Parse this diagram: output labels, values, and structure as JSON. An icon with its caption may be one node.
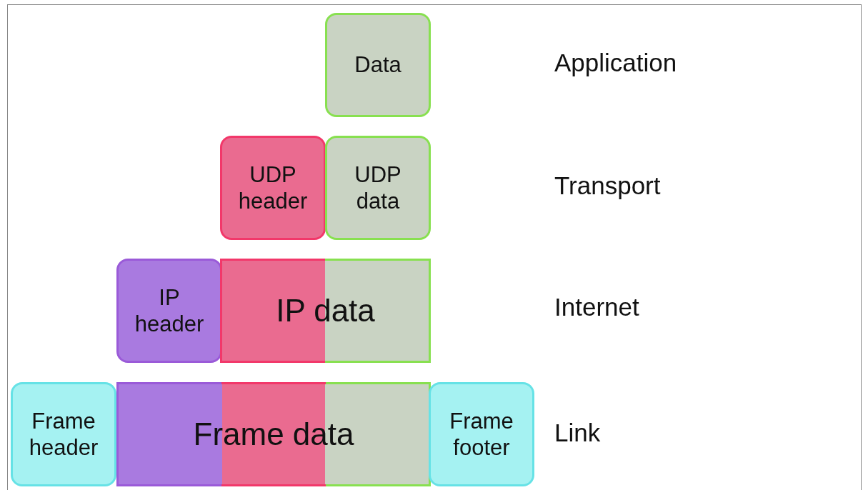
{
  "diagram": {
    "nodes": [
      {
        "text": [
          "Data"
        ]
      },
      {
        "text": [
          "UDP header"
        ]
      },
      {
        "text": [
          "UDP data"
        ]
      },
      {
        "text": [
          "IP header"
        ]
      },
      {
        "text": [
          "IP data"
        ]
      },
      {
        "text": [
          "Frame header"
        ]
      },
      {
        "text": [
          "Frame data"
        ]
      },
      {
        "text": [
          "Frame footer"
        ]
      }
    ],
    "edges": [],
    "labels": [
      "Application",
      "Transport",
      "Internet",
      "Link"
    ]
  }
}
